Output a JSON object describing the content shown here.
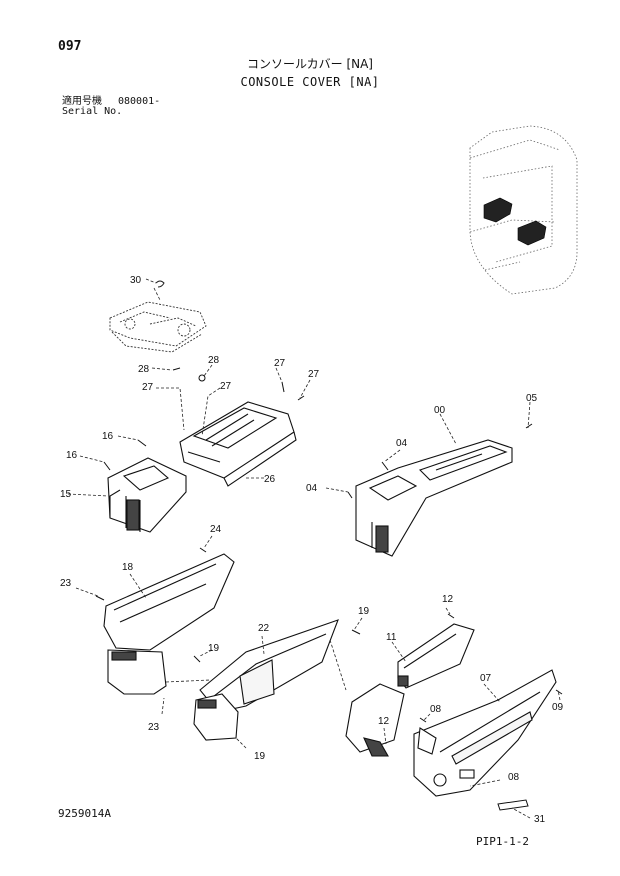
{
  "header": {
    "page_number": "097",
    "title_jp": "コンソールカバー [NA]",
    "title_en": "CONSOLE COVER [NA]",
    "serial_label_jp": "適用号機",
    "serial_value": "080001-",
    "serial_label_en": "Serial No."
  },
  "footer": {
    "document_id": "9259014A",
    "page_code": "PIP1-1-2"
  },
  "callouts": {
    "c30": "30",
    "c28": "28",
    "c27a": "27",
    "c27b": "27",
    "c27c": "27",
    "c27d": "27",
    "c16a": "16",
    "c16b": "16",
    "c15": "15",
    "c26": "26",
    "c00": "00",
    "c05": "05",
    "c04a": "04",
    "c04b": "04",
    "c24": "24",
    "c18": "18",
    "c23a": "23",
    "c23b": "23",
    "c19a": "19",
    "c19b": "19",
    "c19c": "19",
    "c22": "22",
    "c12a": "12",
    "c12b": "12",
    "c11": "11",
    "c07": "07",
    "c09": "09",
    "c08a": "08",
    "c08b": "08",
    "c31": "31"
  }
}
